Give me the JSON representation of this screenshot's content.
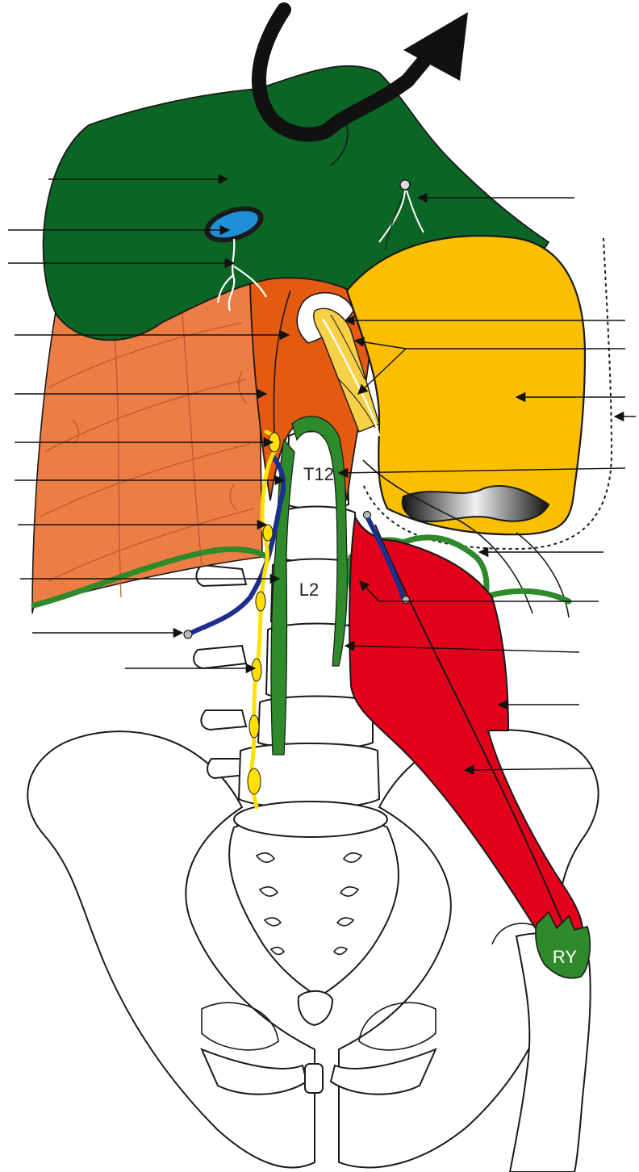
{
  "diagram": {
    "vertebra_labels": {
      "t12": "T12",
      "l2": "L2"
    },
    "insertion_label": "RY",
    "colors": {
      "diaphragm": "#0b6626",
      "crus_green": "#2e8a2a",
      "quadratus_lumborum": "#ec7d45",
      "psoas_minor": "#e45a10",
      "esophagus": "#fbbf00",
      "psoas_major": "#e2001a",
      "vein": "#1d2f8c",
      "foramen": "#1e90d6",
      "sympathetic_trunk": "#ffe000",
      "outline": "#1a1a1a",
      "arrow": "#111111"
    },
    "icons": {
      "rotation_arrow": "curved-arrow-icon",
      "leader_arrow": "arrow-icon"
    }
  }
}
